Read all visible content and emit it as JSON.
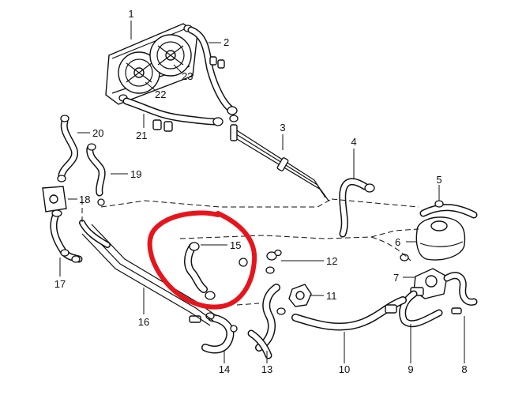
{
  "diagram": {
    "callouts": [
      "1",
      "2",
      "3",
      "4",
      "5",
      "6",
      "7",
      "8",
      "9",
      "10",
      "11",
      "12",
      "13",
      "14",
      "15",
      "16",
      "17",
      "18",
      "19",
      "20",
      "21",
      "22",
      "23"
    ],
    "highlight_color": "#e8141c"
  }
}
